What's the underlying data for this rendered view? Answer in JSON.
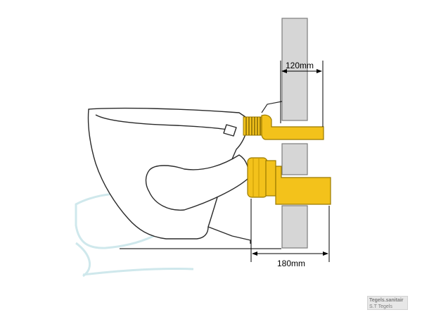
{
  "diagram": {
    "dimensions": {
      "upper": "120mm",
      "lower": "180mm"
    },
    "watermark": {
      "brand": "Tegels.sanitair",
      "subline": "S.T  Tegels"
    },
    "colors": {
      "pipe_fill": "#f3c21b",
      "pipe_stroke": "#9a7a00",
      "wall_fill": "#d6d6d6",
      "wall_stroke": "#7c7c7c",
      "outline": "#2a2a2a",
      "ghost": "#cfe8ec"
    }
  }
}
